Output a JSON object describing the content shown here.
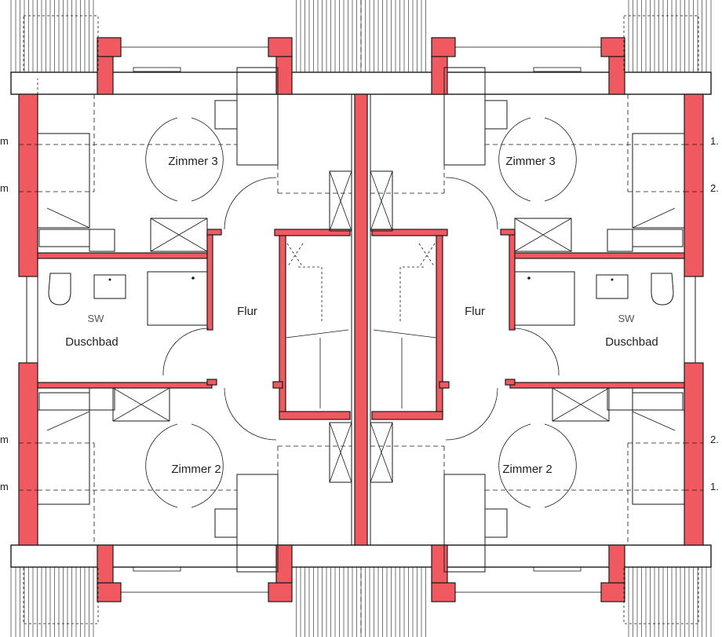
{
  "colors": {
    "wall": "#f0595f",
    "line": "#1a1a1a",
    "background": "#ffffff"
  },
  "rooms": {
    "zimmer3_left": "Zimmer 3",
    "zimmer3_right": "Zimmer 3",
    "zimmer2_left": "Zimmer 2",
    "zimmer2_right": "Zimmer 2",
    "flur_left": "Flur",
    "flur_right": "Flur",
    "duschbad_left": "Duschbad",
    "duschbad_right": "Duschbad",
    "sw_left": "SW",
    "sw_right": "SW"
  },
  "dimensions": {
    "left": [
      "m",
      "m",
      "m",
      "m"
    ],
    "right": [
      "1.",
      "2.",
      "2.",
      "1."
    ]
  }
}
